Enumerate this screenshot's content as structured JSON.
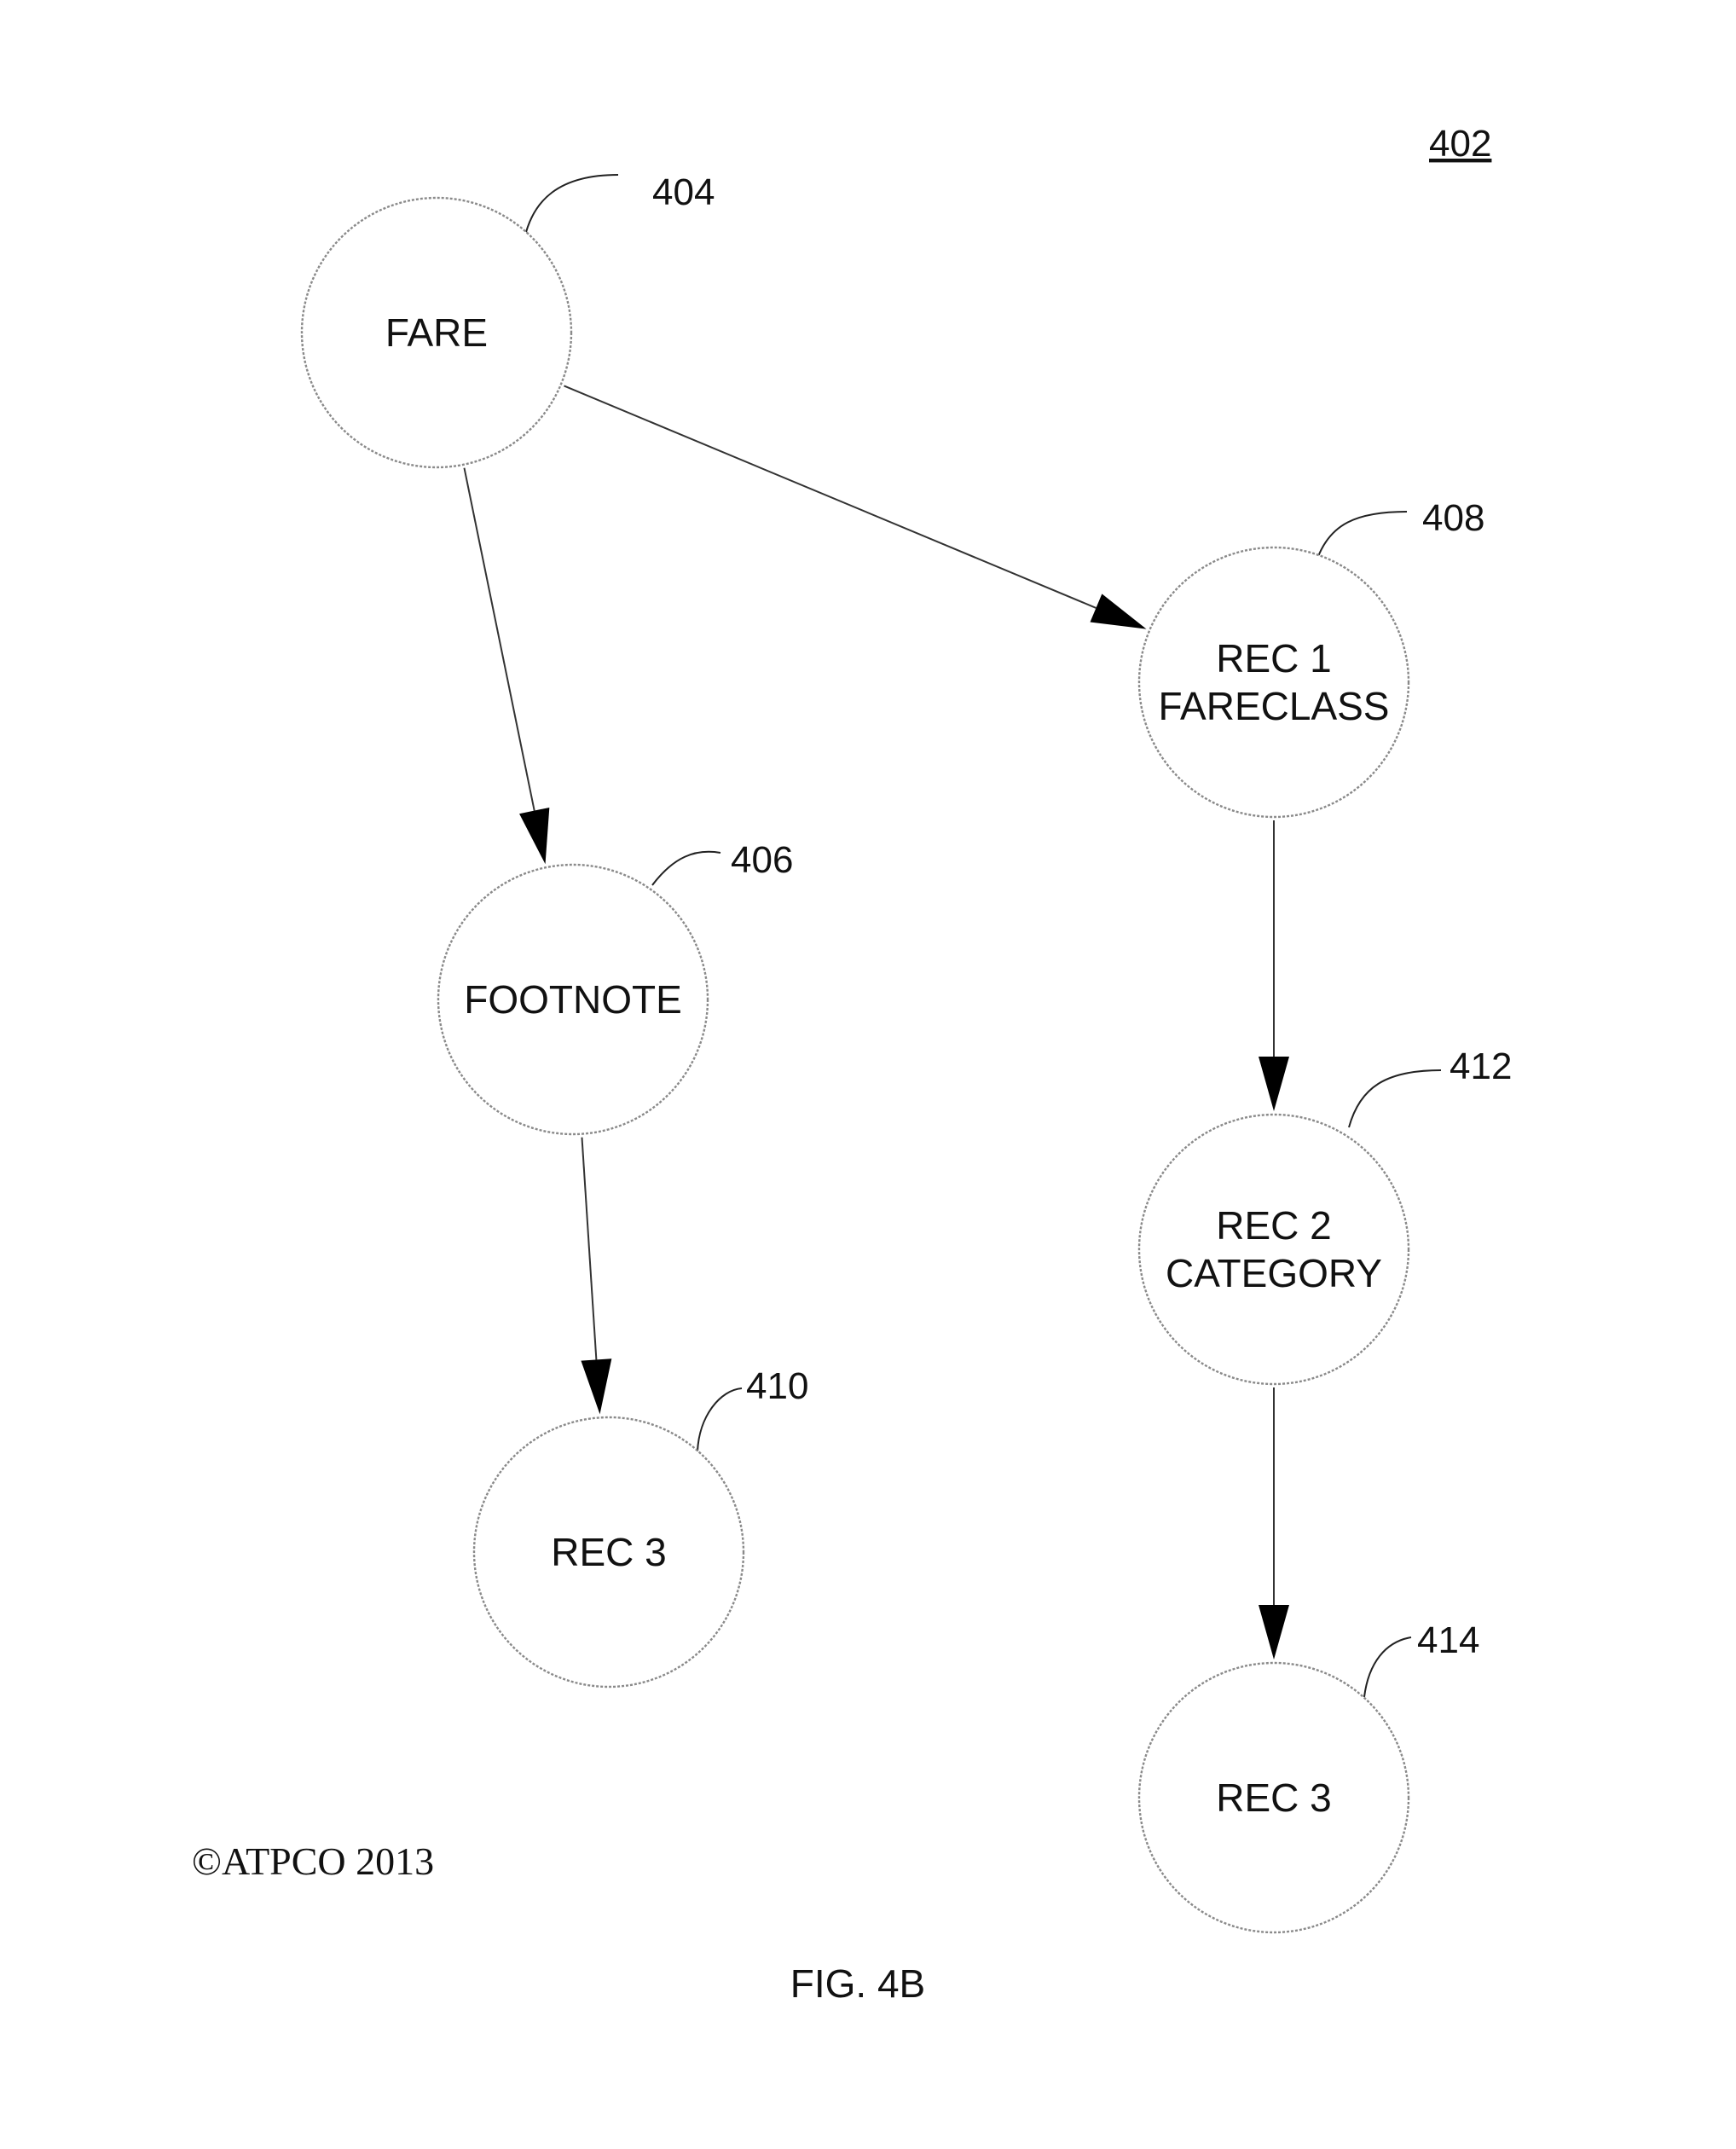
{
  "figure_ref": "402",
  "nodes": [
    {
      "id": "404",
      "ref": "404",
      "lines": [
        "FARE"
      ]
    },
    {
      "id": "406",
      "ref": "406",
      "lines": [
        "FOOTNOTE"
      ]
    },
    {
      "id": "408",
      "ref": "408",
      "lines": [
        "REC 1",
        "FARECLASS"
      ]
    },
    {
      "id": "410",
      "ref": "410",
      "lines": [
        "REC 3"
      ]
    },
    {
      "id": "412",
      "ref": "412",
      "lines": [
        "REC 2",
        "CATEGORY"
      ]
    },
    {
      "id": "414",
      "ref": "414",
      "lines": [
        "REC 3"
      ]
    }
  ],
  "edges": [
    {
      "from": "404",
      "to": "408"
    },
    {
      "from": "404",
      "to": "406"
    },
    {
      "from": "406",
      "to": "410"
    },
    {
      "from": "408",
      "to": "412"
    },
    {
      "from": "412",
      "to": "414"
    }
  ],
  "copyright": "©ATPCO 2013",
  "caption": "FIG. 4B"
}
